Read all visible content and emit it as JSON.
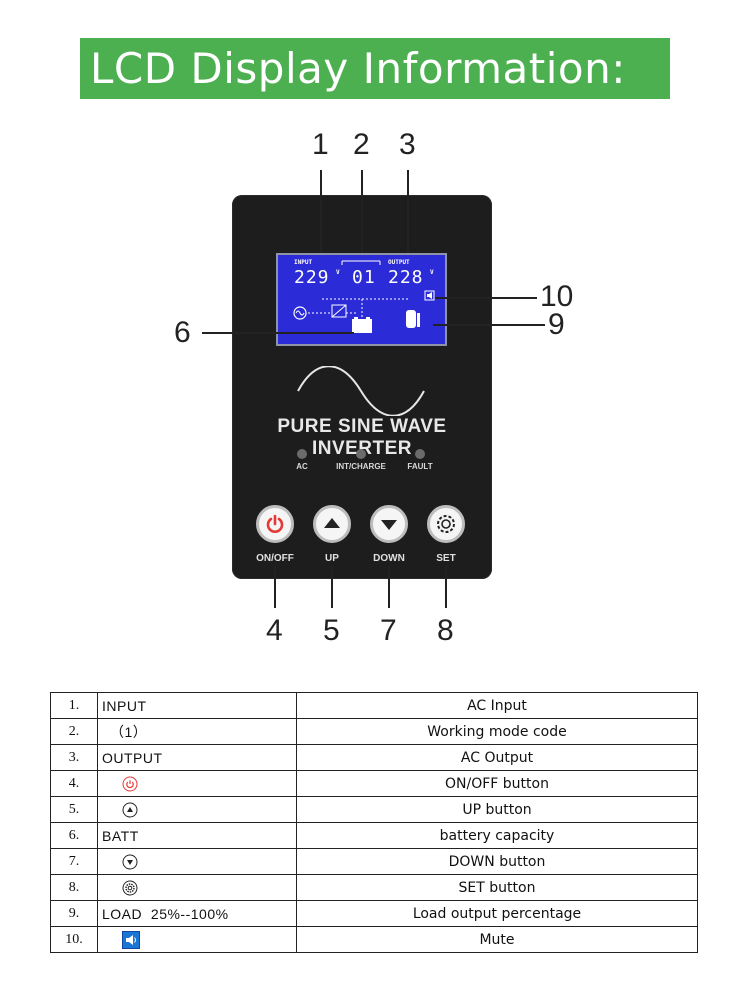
{
  "banner": {
    "title": "LCD Display Information:"
  },
  "callouts": {
    "n1": "1",
    "n2": "2",
    "n3": "3",
    "n4": "4",
    "n5": "5",
    "n6": "6",
    "n7": "7",
    "n8": "8",
    "n9": "9",
    "n10": "10"
  },
  "lcd": {
    "input_label": "INPUT",
    "output_label": "OUTPUT",
    "input_value": "229",
    "mode_value": "01",
    "output_value": "228",
    "unit": "V"
  },
  "device": {
    "brand": "PURE SINE WAVE INVERTER",
    "leds": [
      "AC",
      "INT/CHARGE",
      "FAULT"
    ],
    "buttons": [
      "ON/OFF",
      "UP",
      "DOWN",
      "SET"
    ]
  },
  "table": {
    "rows": [
      {
        "no": "1.",
        "symbol": "INPUT",
        "desc": "AC Input",
        "icon": ""
      },
      {
        "no": "2.",
        "symbol": "（1）",
        "desc": "Working mode code",
        "icon": ""
      },
      {
        "no": "3.",
        "symbol": "OUTPUT",
        "desc": "AC Output",
        "icon": ""
      },
      {
        "no": "4.",
        "symbol": "",
        "desc": "ON/OFF button",
        "icon": "power-icon"
      },
      {
        "no": "5.",
        "symbol": "",
        "desc": "UP button",
        "icon": "up-arrow-icon"
      },
      {
        "no": "6.",
        "symbol": "BATT",
        "desc": "battery capacity",
        "icon": ""
      },
      {
        "no": "7.",
        "symbol": "",
        "desc": "DOWN button",
        "icon": "down-arrow-icon"
      },
      {
        "no": "8.",
        "symbol": "",
        "desc": "SET button",
        "icon": "gear-icon"
      },
      {
        "no": "9.",
        "symbol": "LOAD  25%--100%",
        "desc": "Load output percentage",
        "icon": ""
      },
      {
        "no": "10.",
        "symbol": "",
        "desc": "Mute",
        "icon": "mute-icon"
      }
    ]
  },
  "colors": {
    "banner": "#4caf50",
    "lcd": "#2b2bd8",
    "device": "#1d1d1d",
    "power_red": "#e53935",
    "mute_blue": "#1976d2"
  }
}
